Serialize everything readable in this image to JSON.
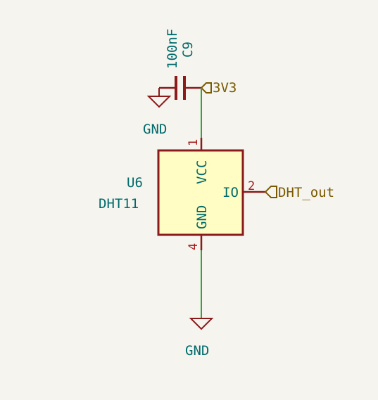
{
  "colors": {
    "background": "#f5f4ef",
    "wire": "#3aa03a",
    "symbol": "#8b1a1a",
    "body_fill": "#fffdc3",
    "ref_text": "#006b6b",
    "pin_number": "#a51c1c",
    "global_label": "#7a5a00"
  },
  "capacitor": {
    "ref": "C9",
    "value": "100nF",
    "ground_label": "GND"
  },
  "power_label_3v3": "3V3",
  "sensor": {
    "ref": "U6",
    "value": "DHT11",
    "pin_vcc_name": "VCC",
    "pin_gnd_name": "GND",
    "pin_io_name": "IO",
    "pin_vcc_number": "1",
    "pin_io_number": "2",
    "pin_gnd_number": "4"
  },
  "output_label": "DHT_out",
  "bottom_ground_label": "GND"
}
